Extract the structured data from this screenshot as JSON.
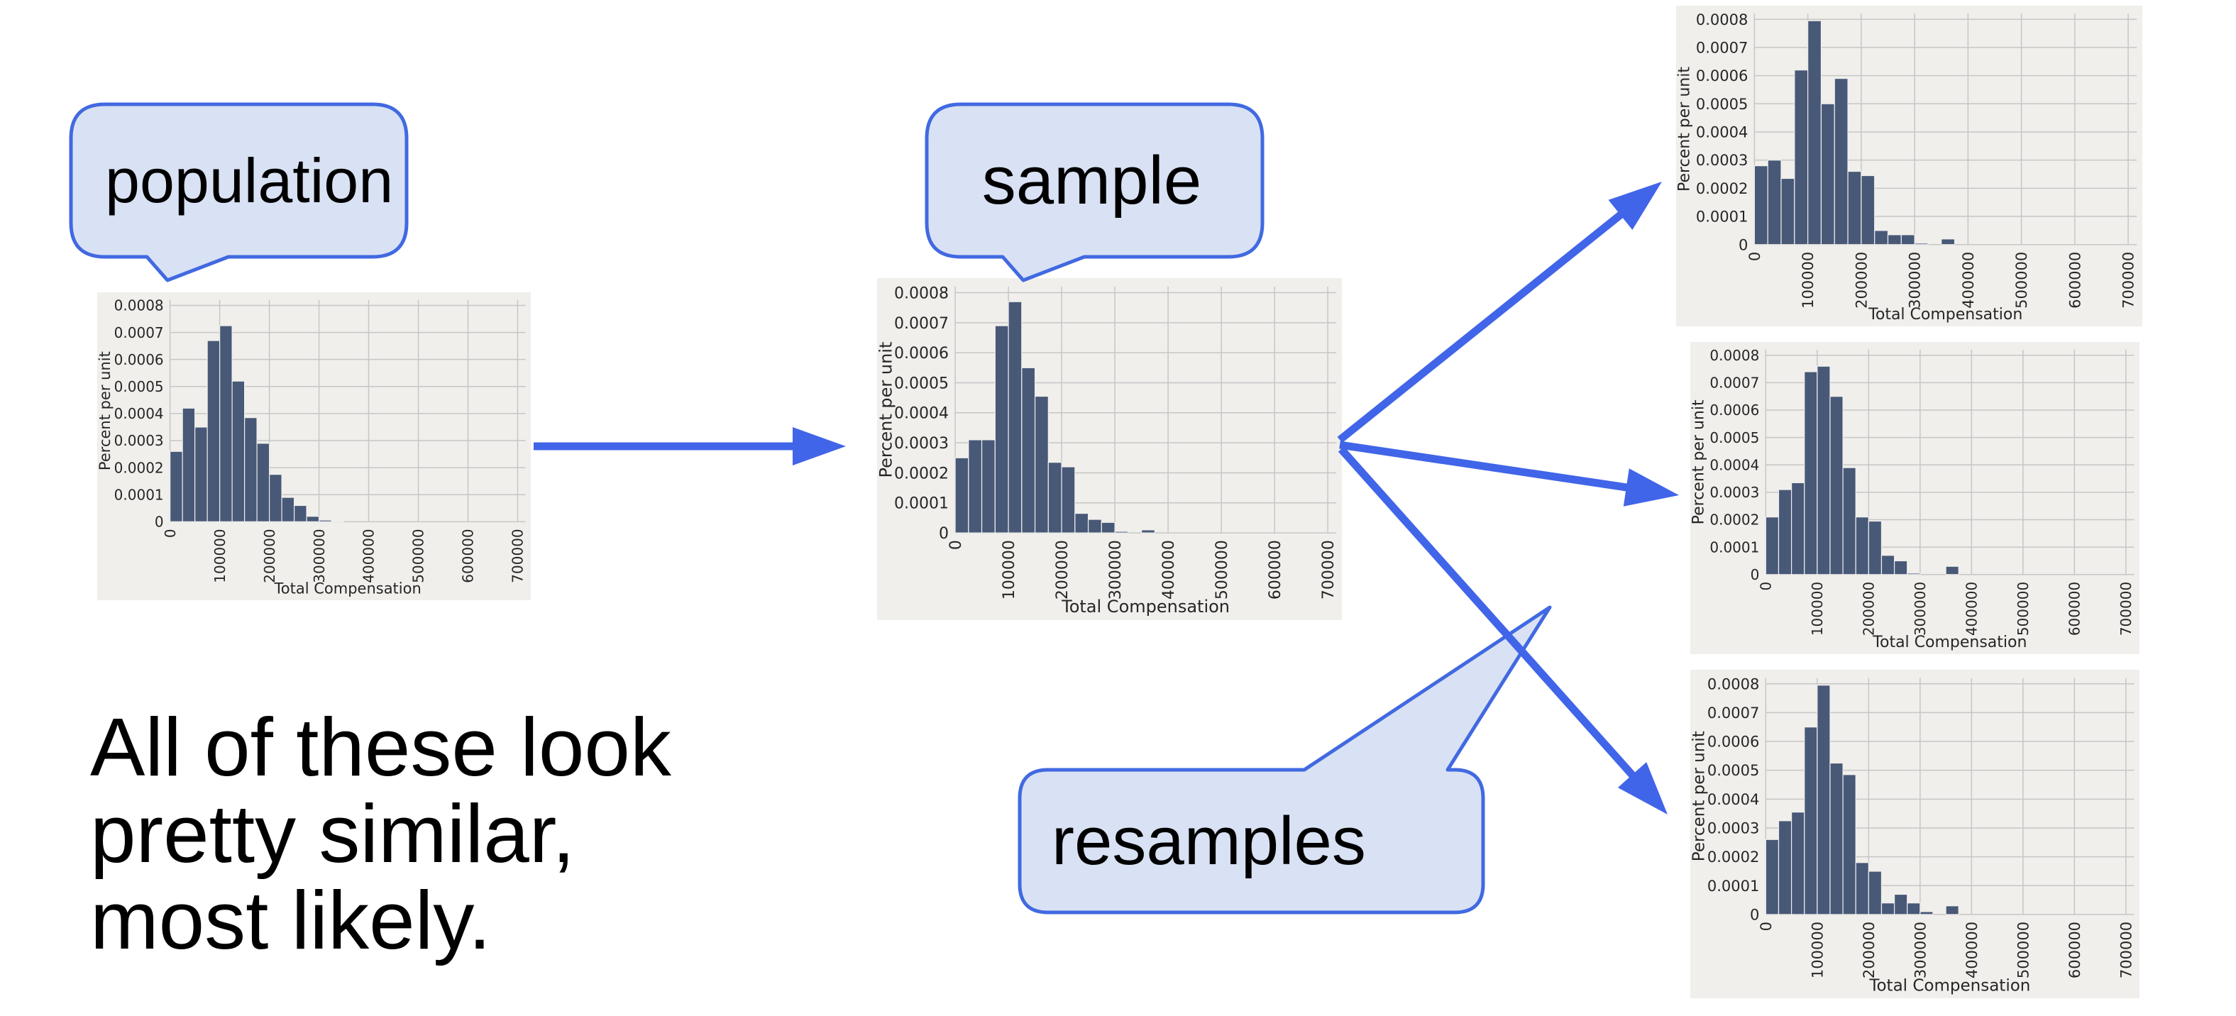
{
  "page": {
    "background": "#ffffff"
  },
  "colors": {
    "arrow": "#4165e8",
    "bubble_fill": "#d9e2f4",
    "bubble_border": "#4169e1",
    "bar": "#485877",
    "panel_bg": "#f0efec",
    "grid": "#c6c6c6",
    "tick_text": "#262626"
  },
  "bubbles": {
    "population": "population",
    "sample": "sample",
    "resamples": "resamples"
  },
  "caption": {
    "line1": "All of these look",
    "line2": "pretty similar,",
    "line3": "most likely."
  },
  "chart_data": [
    {
      "name": "population",
      "type": "bar",
      "title": "",
      "xlabel": "Total Compensation",
      "ylabel": "Percent per unit",
      "bin_start": 0,
      "bin_width": 25000,
      "xlim": [
        0,
        716000
      ],
      "ylim": [
        0,
        0.00082
      ],
      "xticks": [
        0,
        100000,
        200000,
        300000,
        400000,
        500000,
        600000,
        700000
      ],
      "xtick_labels": [
        "0",
        "100000",
        "200000",
        "300000",
        "400000",
        "500000",
        "600000",
        "700000"
      ],
      "yticks": [
        0,
        0.0001,
        0.0002,
        0.0003,
        0.0004,
        0.0005,
        0.0006,
        0.0007,
        0.0008
      ],
      "ytick_labels": [
        "0",
        "0.0001",
        "0.0002",
        "0.0003",
        "0.0004",
        "0.0005",
        "0.0006",
        "0.0007",
        "0.0008"
      ],
      "values": [
        0.00026,
        0.00042,
        0.00035,
        0.00067,
        0.000725,
        0.00052,
        0.000385,
        0.00029,
        0.000175,
        9e-05,
        6e-05,
        2e-05,
        6e-06,
        3e-06
      ]
    },
    {
      "name": "sample",
      "type": "bar",
      "title": "",
      "xlabel": "Total Compensation",
      "ylabel": "Percent per unit",
      "bin_start": 0,
      "bin_width": 25000,
      "xlim": [
        0,
        716000
      ],
      "ylim": [
        0,
        0.00082
      ],
      "xticks": [
        0,
        100000,
        200000,
        300000,
        400000,
        500000,
        600000,
        700000
      ],
      "xtick_labels": [
        "0",
        "100000",
        "200000",
        "300000",
        "400000",
        "500000",
        "600000",
        "700000"
      ],
      "yticks": [
        0,
        0.0001,
        0.0002,
        0.0003,
        0.0004,
        0.0005,
        0.0006,
        0.0007,
        0.0008
      ],
      "ytick_labels": [
        "0",
        "0.0001",
        "0.0002",
        "0.0003",
        "0.0004",
        "0.0005",
        "0.0006",
        "0.0007",
        "0.0008"
      ],
      "values": [
        0.00025,
        0.00031,
        0.00031,
        0.00069,
        0.00077,
        0.00055,
        0.000455,
        0.000235,
        0.00022,
        6.5e-05,
        4.5e-05,
        3.5e-05,
        5e-06,
        0,
        1e-05
      ]
    },
    {
      "name": "resample-1",
      "type": "bar",
      "title": "",
      "xlabel": "Total Compensation",
      "ylabel": "Percent per unit",
      "bin_start": 0,
      "bin_width": 25000,
      "xlim": [
        0,
        716000
      ],
      "ylim": [
        0,
        0.00082
      ],
      "xticks": [
        0,
        100000,
        200000,
        300000,
        400000,
        500000,
        600000,
        700000
      ],
      "xtick_labels": [
        "0",
        "100000",
        "200000",
        "300000",
        "400000",
        "500000",
        "600000",
        "700000"
      ],
      "yticks": [
        0,
        0.0001,
        0.0002,
        0.0003,
        0.0004,
        0.0005,
        0.0006,
        0.0007,
        0.0008
      ],
      "ytick_labels": [
        "0",
        "0.0001",
        "0.0002",
        "0.0003",
        "0.0004",
        "0.0005",
        "0.0006",
        "0.0007",
        "0.0008"
      ],
      "values": [
        0.00028,
        0.0003,
        0.000235,
        0.00062,
        0.000795,
        0.0005,
        0.00059,
        0.00026,
        0.000245,
        5e-05,
        3.5e-05,
        3.5e-05,
        5e-06,
        0,
        2e-05
      ]
    },
    {
      "name": "resample-2",
      "type": "bar",
      "title": "",
      "xlabel": "Total Compensation",
      "ylabel": "Percent per unit",
      "bin_start": 0,
      "bin_width": 25000,
      "xlim": [
        0,
        716000
      ],
      "ylim": [
        0,
        0.00082
      ],
      "xticks": [
        0,
        100000,
        200000,
        300000,
        400000,
        500000,
        600000,
        700000
      ],
      "xtick_labels": [
        "0",
        "100000",
        "200000",
        "300000",
        "400000",
        "500000",
        "600000",
        "700000"
      ],
      "yticks": [
        0,
        0.0001,
        0.0002,
        0.0003,
        0.0004,
        0.0005,
        0.0006,
        0.0007,
        0.0008
      ],
      "ytick_labels": [
        "0",
        "0.0001",
        "0.0002",
        "0.0003",
        "0.0004",
        "0.0005",
        "0.0006",
        "0.0007",
        "0.0008"
      ],
      "values": [
        0.00021,
        0.00031,
        0.000335,
        0.00074,
        0.00076,
        0.00065,
        0.00039,
        0.00021,
        0.000195,
        7e-05,
        5e-05,
        5e-06,
        0,
        0,
        3e-05
      ]
    },
    {
      "name": "resample-3",
      "type": "bar",
      "title": "",
      "xlabel": "Total Compensation",
      "ylabel": "Percent per unit",
      "bin_start": 0,
      "bin_width": 25000,
      "xlim": [
        0,
        716000
      ],
      "ylim": [
        0,
        0.00082
      ],
      "xticks": [
        0,
        100000,
        200000,
        300000,
        400000,
        500000,
        600000,
        700000
      ],
      "xtick_labels": [
        "0",
        "100000",
        "200000",
        "300000",
        "400000",
        "500000",
        "600000",
        "700000"
      ],
      "yticks": [
        0,
        0.0001,
        0.0002,
        0.0003,
        0.0004,
        0.0005,
        0.0006,
        0.0007,
        0.0008
      ],
      "ytick_labels": [
        "0",
        "0.0001",
        "0.0002",
        "0.0003",
        "0.0004",
        "0.0005",
        "0.0006",
        "0.0007",
        "0.0008"
      ],
      "values": [
        0.00026,
        0.000325,
        0.000355,
        0.00065,
        0.000795,
        0.000525,
        0.000485,
        0.00018,
        0.00015,
        4e-05,
        7e-05,
        4e-05,
        1e-05,
        0,
        3e-05
      ]
    }
  ]
}
